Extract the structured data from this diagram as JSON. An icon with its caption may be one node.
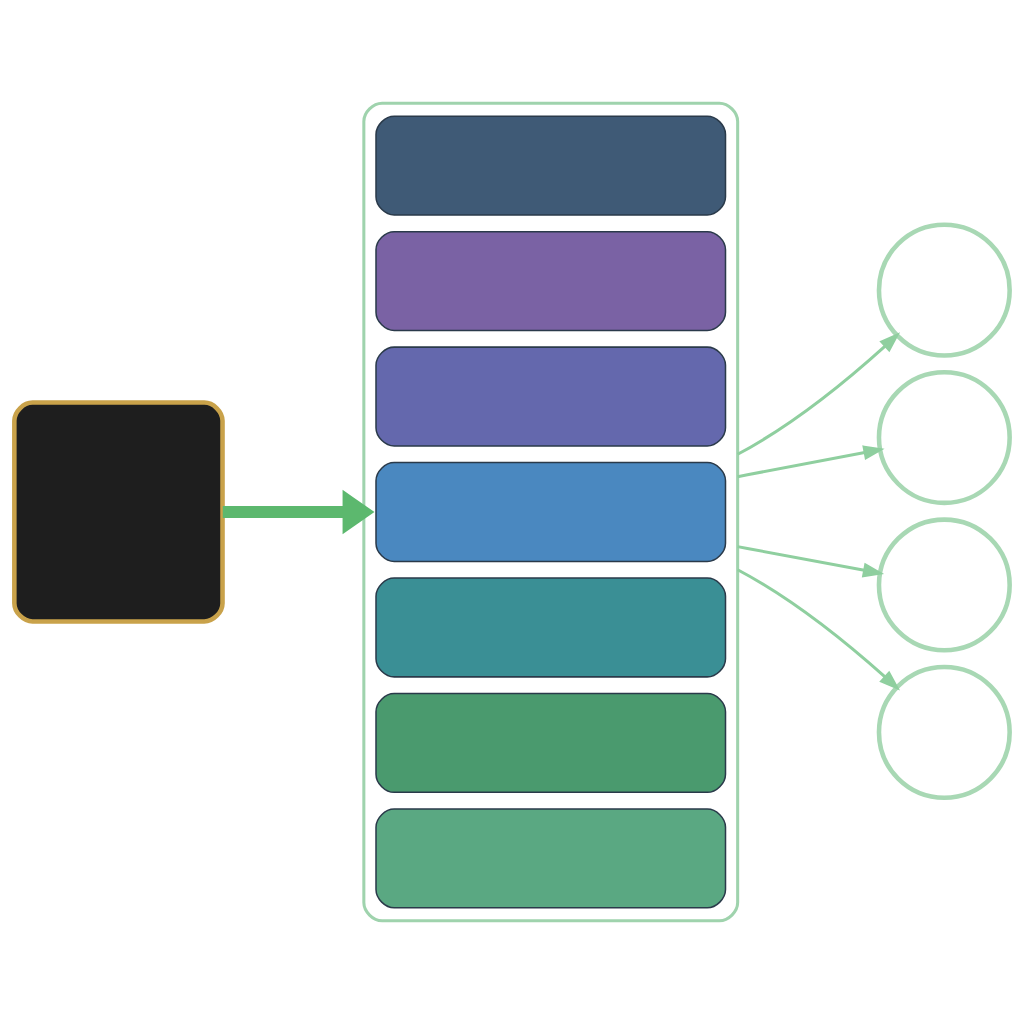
{
  "diagram": {
    "nodes": [
      {
        "text": [],
        "shape": "box"
      },
      {
        "text": [],
        "shape": "box"
      },
      {
        "text": [],
        "shape": "bar",
        "in": 1
      },
      {
        "text": [],
        "shape": "bar",
        "in": 1
      },
      {
        "text": [],
        "shape": "bar",
        "in": 1
      },
      {
        "text": [],
        "shape": "bar",
        "in": 1
      },
      {
        "text": [],
        "shape": "bar",
        "in": 1
      },
      {
        "text": [],
        "shape": "bar",
        "in": 1
      },
      {
        "text": [],
        "shape": "bar",
        "in": 1
      },
      {
        "text": [],
        "shape": "circle"
      },
      {
        "text": [],
        "shape": "circle"
      },
      {
        "text": [],
        "shape": "circle"
      },
      {
        "text": [],
        "shape": "circle"
      }
    ],
    "edges": [
      {
        "from": 0,
        "to": 1,
        "arrow": "to",
        "style": "thick"
      },
      {
        "from": 1,
        "to": 9,
        "arrow": "to"
      },
      {
        "from": 1,
        "to": 10,
        "arrow": "to"
      },
      {
        "from": 1,
        "to": 11,
        "arrow": "to"
      },
      {
        "from": 1,
        "to": 12,
        "arrow": "to"
      }
    ]
  }
}
